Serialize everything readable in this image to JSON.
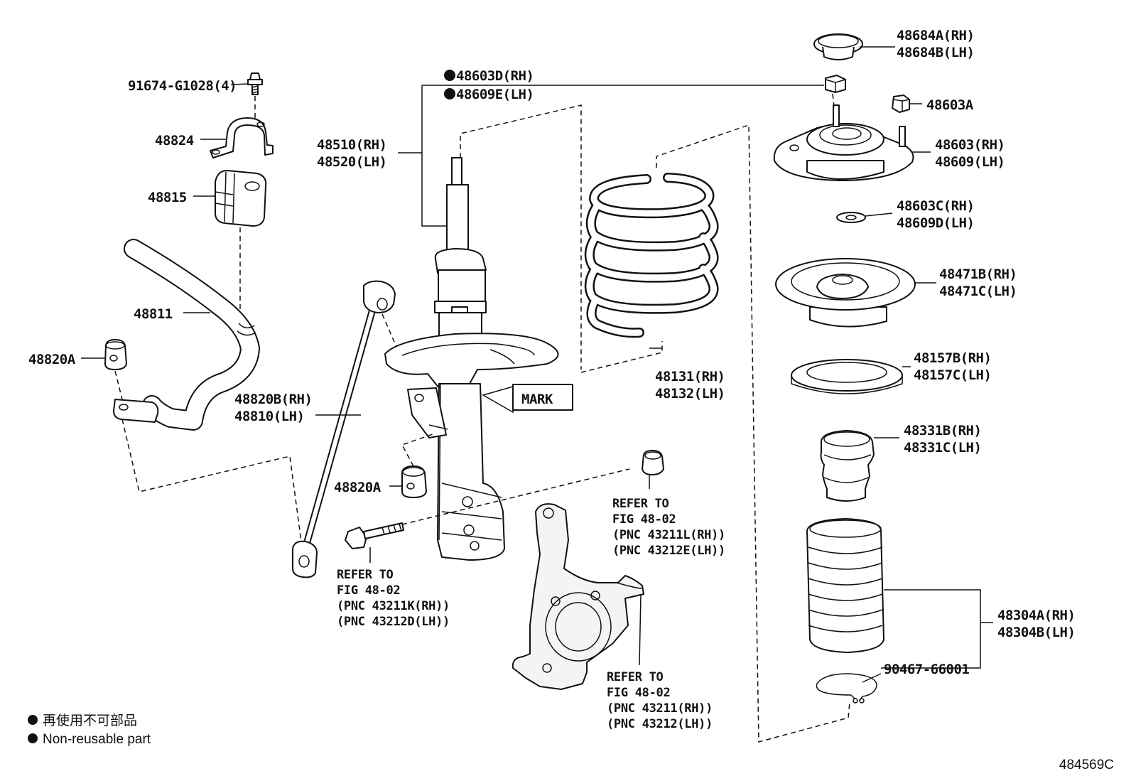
{
  "labels": {
    "bolt_91674": "91674-G1028(4)",
    "bracket": "48824",
    "bushing": "48815",
    "stabilizer_bar": "48811",
    "cushion_left": "48820A",
    "link_rh": "48820B(RH)",
    "link_lh": "48810(LH)",
    "nut_rh": "48603D(RH)",
    "nut_lh": "48609E(LH)",
    "strut_rh": "48510(RH)",
    "strut_lh": "48520(LH)",
    "mark": "MARK",
    "cushion_center": "48820A",
    "spring_rh": "48131(RH)",
    "spring_lh": "48132(LH)",
    "cap_rh": "48684A(RH)",
    "cap_lh": "48684B(LH)",
    "nut_48603a": "48603A",
    "support_rh": "48603(RH)",
    "support_lh": "48609(LH)",
    "washer_rh": "48603C(RH)",
    "washer_lh": "48609D(LH)",
    "seat_rh": "48471B(RH)",
    "seat_lh": "48471C(LH)",
    "bearing_rh": "48157B(RH)",
    "bearing_lh": "48157C(LH)",
    "bumper_rh": "48331B(RH)",
    "bumper_lh": "48331C(LH)",
    "boot_rh": "48304A(RH)",
    "boot_lh": "48304B(LH)",
    "clip": "90467-66001"
  },
  "refs": {
    "bolt": [
      "REFER TO",
      "FIG 48-02",
      "(PNC 43211K(RH))",
      "(PNC 43212D(LH))"
    ],
    "nut": [
      "REFER TO",
      "FIG 48-02",
      "(PNC 43211L(RH))",
      "(PNC 43212E(LH))"
    ],
    "knuckle": [
      "REFER TO",
      "FIG 48-02",
      "(PNC 43211(RH))",
      "(PNC 43212(LH))"
    ]
  },
  "legend": {
    "jp": "再使用不可部品",
    "en": "Non-reusable part"
  },
  "figure_id": "484569C"
}
